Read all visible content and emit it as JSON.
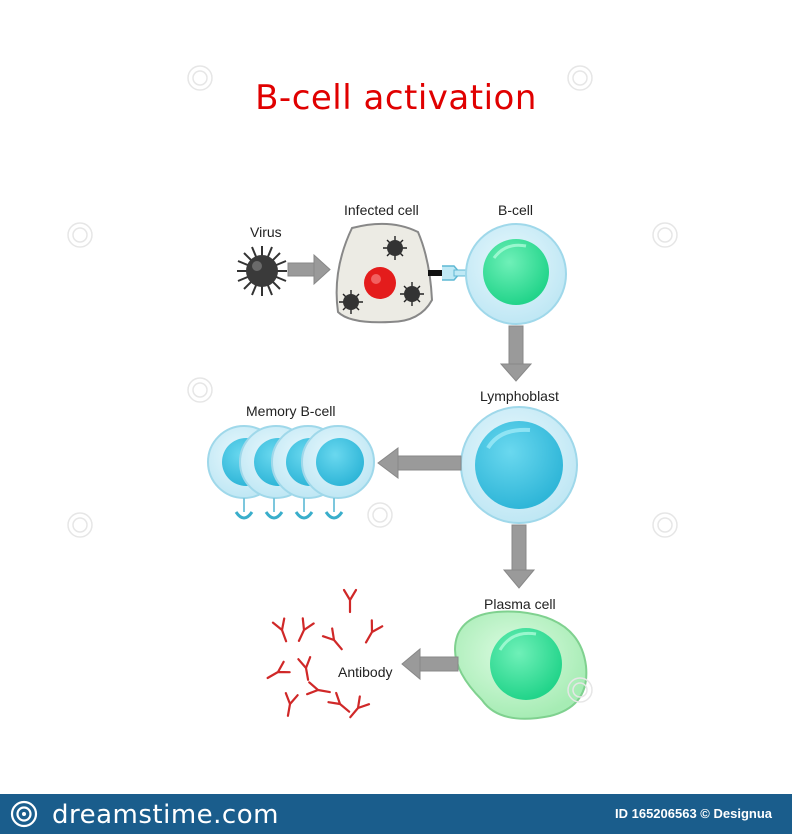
{
  "title": "B-cell activation",
  "labels": {
    "virus": "Virus",
    "infected_cell": "Infected cell",
    "b_cell": "B-cell",
    "lymphoblast": "Lymphoblast",
    "memory_b_cell": "Memory B-cell",
    "plasma_cell": "Plasma cell",
    "antibody": "Antibody"
  },
  "footer": {
    "brand": "dreamstime.com",
    "id_text": "ID 165206563 © Designua"
  },
  "colors": {
    "title": "#e00000",
    "cell_outer": "#cfeef8",
    "cell_nucleus": "#3fc3e0",
    "b_cell_nucleus": "#2fe09a",
    "plasma_outer": "#bdf2c6",
    "antibody": "#d02828",
    "arrow": "#9a9a9a",
    "footer_bg": "#1a5d8c"
  }
}
